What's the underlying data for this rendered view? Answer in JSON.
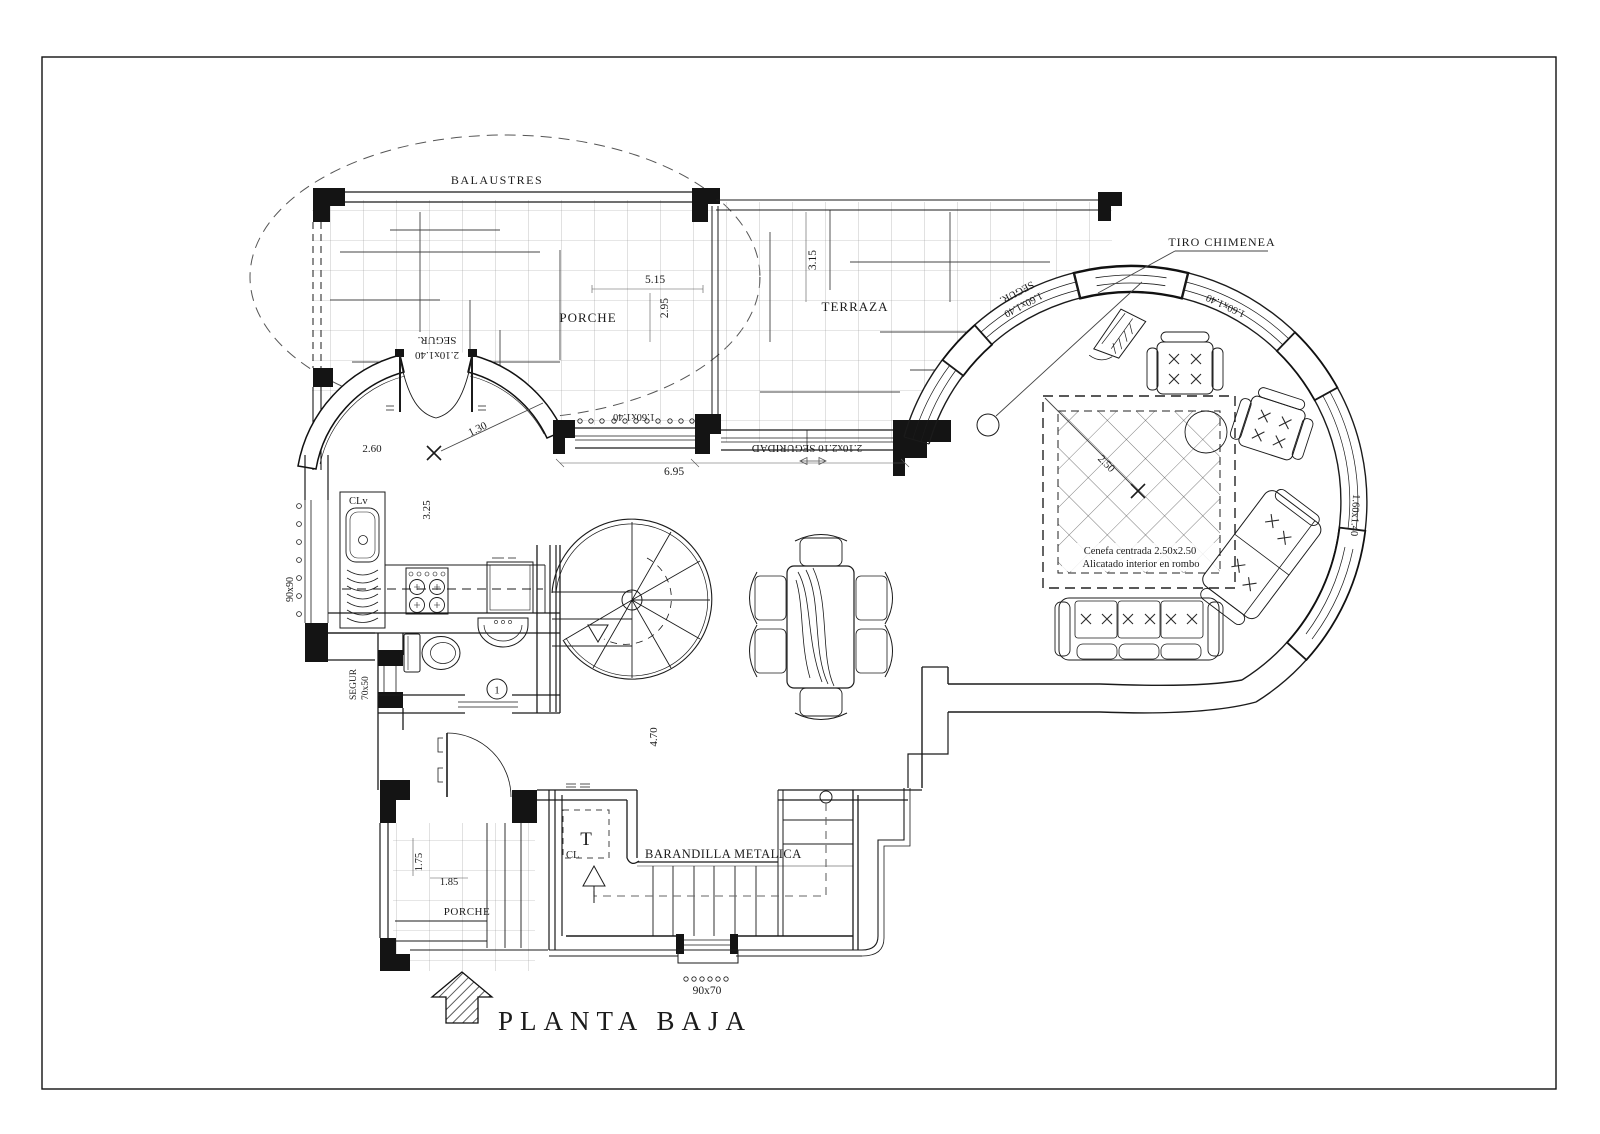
{
  "title": "PLANTA BAJA",
  "rooms": {
    "porch_top": "PORCHE",
    "terrace": "TERRAZA",
    "porch_bottom": "PORCHE"
  },
  "labels": {
    "balaustres": "BALAUSTRES",
    "tiro_chimenea": "TIRO CHIMENEA",
    "barandilla": "BARANDILLA METALICA",
    "cenefa_line1": "Cenefa centrada 2.50x2.50",
    "cenefa_line2": "Alicatado interior en rombo",
    "closet_t": "T",
    "closet_cl": "CL",
    "sink_clv": "CLv",
    "bath_number": "1"
  },
  "dimensions": {
    "d515": "5.15",
    "d295": "2.95",
    "d315": "3.15",
    "d260": "2.60",
    "d130": "1.30",
    "d325": "3.25",
    "d470": "4.70",
    "d695": "6.95",
    "d250": "2.50",
    "d175": "1.75",
    "d185": "1.85"
  },
  "windows": {
    "entry_size": "2.10x1.40",
    "entry_segur": "SEGUR.",
    "porch_window": "1.60x1.40",
    "terrace_window": "2.10x2.10 SEGURIDAD",
    "arc_a_size": "1.60x1.40",
    "arc_a_segur": "SEGUR.",
    "arc_c": "1.60x1.40",
    "arc_d": "1.60x1.40",
    "kitchen_window": "90x90",
    "bath_segur": "SEGUR",
    "bath_size": "70x50",
    "stair_window": "90x70"
  }
}
